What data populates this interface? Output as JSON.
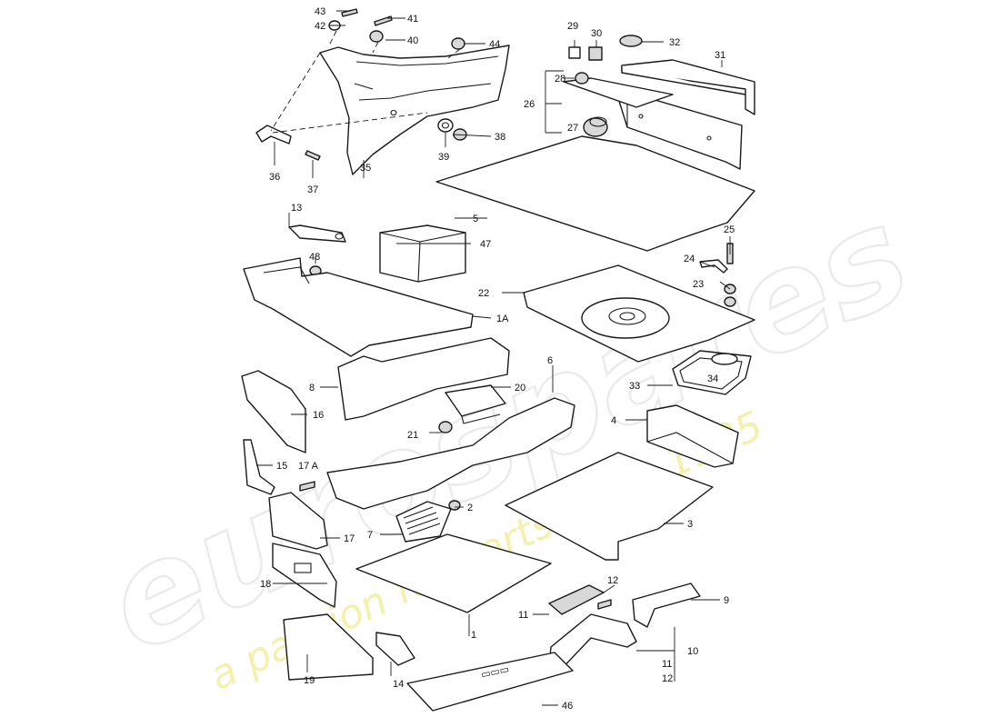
{
  "watermark": {
    "logo_text": "eurospares",
    "slogan": "a passion for parts since 1985",
    "slogan_color": "#f0ee9a"
  },
  "callouts": {
    "c1": "1",
    "c1A": "1A",
    "c2": "2",
    "c3": "3",
    "c4": "4",
    "c5": "5",
    "c6": "6",
    "c7": "7",
    "c8": "8",
    "c9": "9",
    "c10": "10",
    "c11a": "11",
    "c11b": "11",
    "c12a": "12",
    "c12b": "12",
    "c13": "13",
    "c14": "14",
    "c15": "15",
    "c16": "16",
    "c17": "17",
    "c17A": "17 A",
    "c18": "18",
    "c19": "19",
    "c20": "20",
    "c21": "21",
    "c22": "22",
    "c23": "23",
    "c24": "24",
    "c25": "25",
    "c26": "26",
    "c27": "27",
    "c28": "28",
    "c29": "29",
    "c30": "30",
    "c31": "31",
    "c32": "32",
    "c33": "33",
    "c34": "34",
    "c35": "35",
    "c36": "36",
    "c37": "37",
    "c38": "38",
    "c39": "39",
    "c40": "40",
    "c41": "41",
    "c42": "42",
    "c43": "43",
    "c44": "44",
    "c46": "46",
    "c47": "47",
    "c48": "48"
  }
}
